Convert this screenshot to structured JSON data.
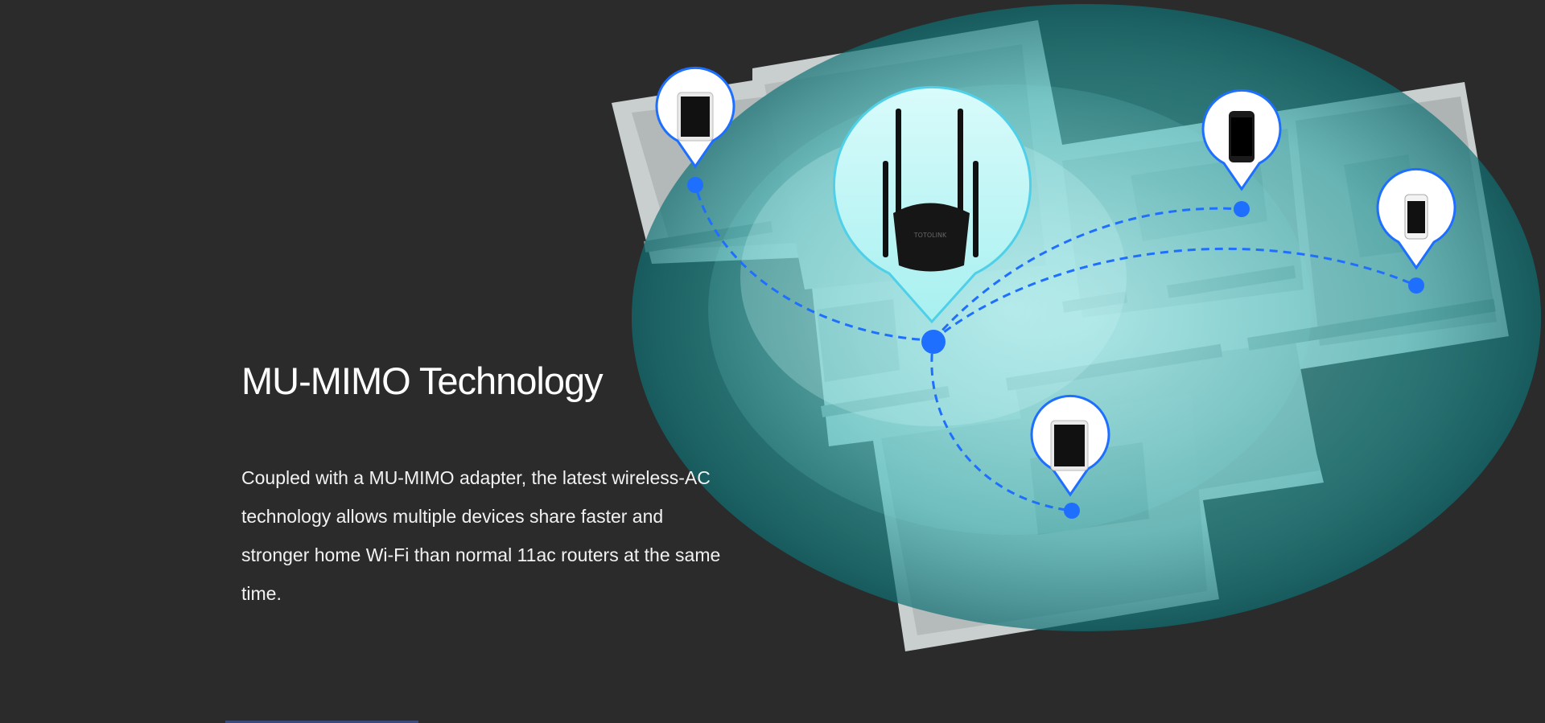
{
  "feature": {
    "title": "MU-MIMO Technology",
    "description": "Coupled with a MU-MIMO adapter, the latest wireless-AC technology allows multiple devices share faster and stronger home Wi-Fi  than normal 11ac routers at the same time."
  },
  "illustration": {
    "router": "router-with-four-antennas",
    "router_brand_text": "TOTOLINK",
    "devices": [
      "tablet-icon",
      "smartphone-icon",
      "iphone-icon",
      "tablet-icon"
    ],
    "colors": {
      "background": "#2b2b2b",
      "signal": "#5fd6d6",
      "link": "#1f6fff",
      "walls": "#bfc6c6"
    }
  }
}
